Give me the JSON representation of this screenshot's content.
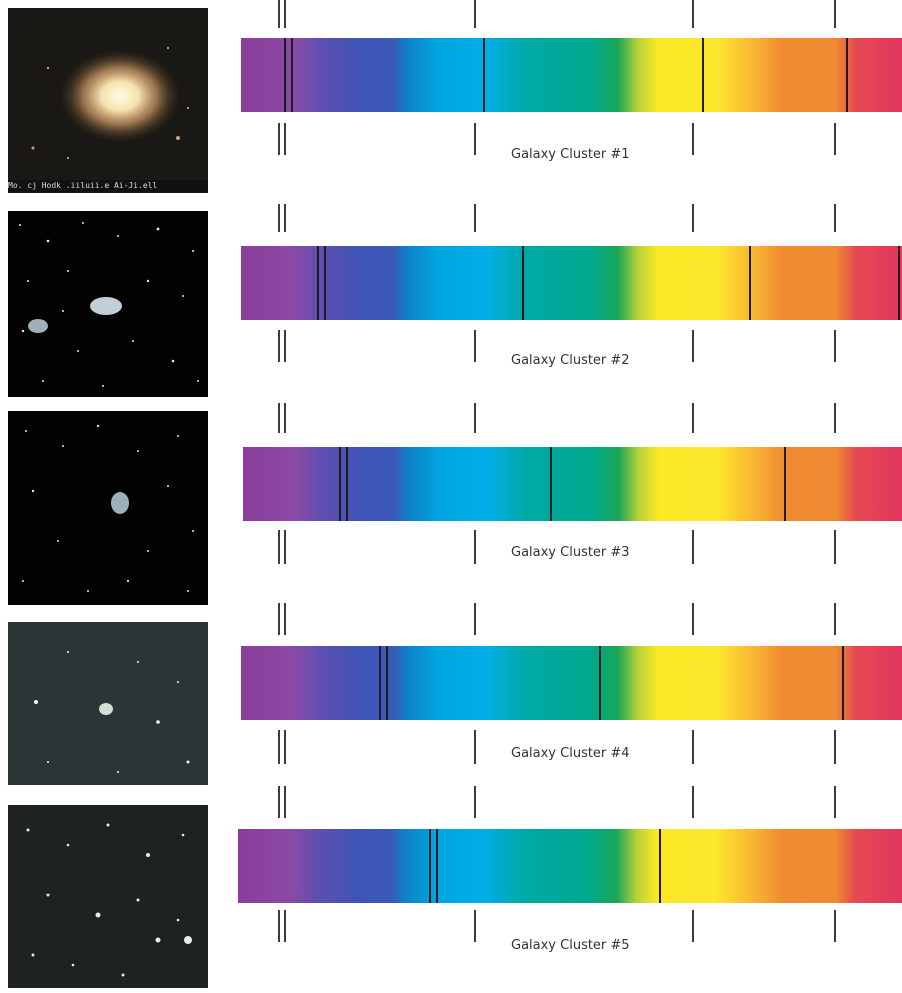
{
  "clusters": [
    {
      "label": "Galaxy Cluster #1"
    },
    {
      "label": "Galaxy Cluster #2"
    },
    {
      "label": "Galaxy Cluster #3"
    },
    {
      "label": "Galaxy Cluster #4"
    },
    {
      "label": "Galaxy Cluster #5"
    }
  ],
  "photo1_caption": "Mo. cj Hodk .iiluii.e Ai-Ji.ell",
  "colors": {
    "background": "#ffffff",
    "absorption_line": "#1d1d1d",
    "reference_tick": "#3b3b3b"
  }
}
